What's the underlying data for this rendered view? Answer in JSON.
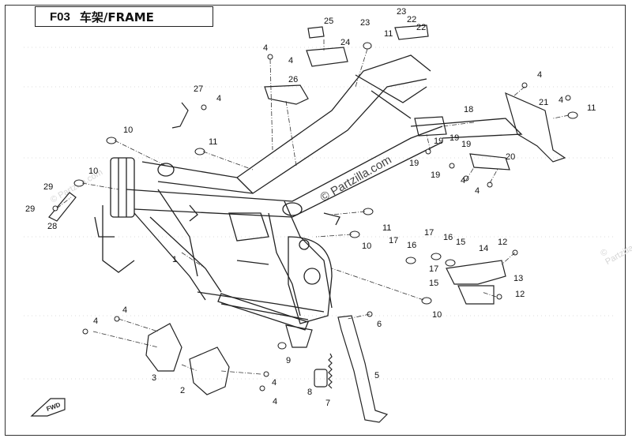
{
  "header": {
    "code": "F03",
    "title": "车架/FRAME"
  },
  "watermark": "© Partzilla.com",
  "fwd_label": "FWD",
  "callouts": [
    "1",
    "2",
    "3",
    "4",
    "5",
    "6",
    "7",
    "8",
    "9",
    "10",
    "11",
    "12",
    "13",
    "14",
    "15",
    "16",
    "17",
    "18",
    "19",
    "20",
    "21",
    "22",
    "23",
    "24",
    "25",
    "26",
    "27",
    "28",
    "29"
  ]
}
